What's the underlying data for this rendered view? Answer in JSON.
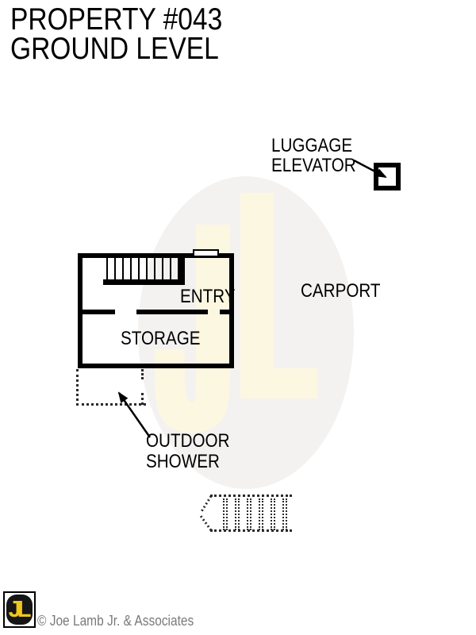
{
  "header": {
    "title_line1": "PROPERTY #043",
    "title_line2": "GROUND LEVEL"
  },
  "plan": {
    "labels": {
      "entry": "ENTRY",
      "storage": "STORAGE",
      "carport": "CARPORT",
      "luggage_line1": "LUGGAGE",
      "luggage_line2": "ELEVATOR",
      "shower_line1": "OUTDOOR",
      "shower_line2": "SHOWER"
    }
  },
  "watermark": {
    "letters": "JL",
    "oval_color": "#f3f2f0",
    "letter_color": "#fcf7e1"
  },
  "footer": {
    "logo_text": "JL",
    "copyright": "© Joe Lamb Jr. & Associates",
    "logo_letter_color": "#eec81d",
    "logo_bg": "#161616",
    "copyright_color": "#7a7a7a"
  }
}
